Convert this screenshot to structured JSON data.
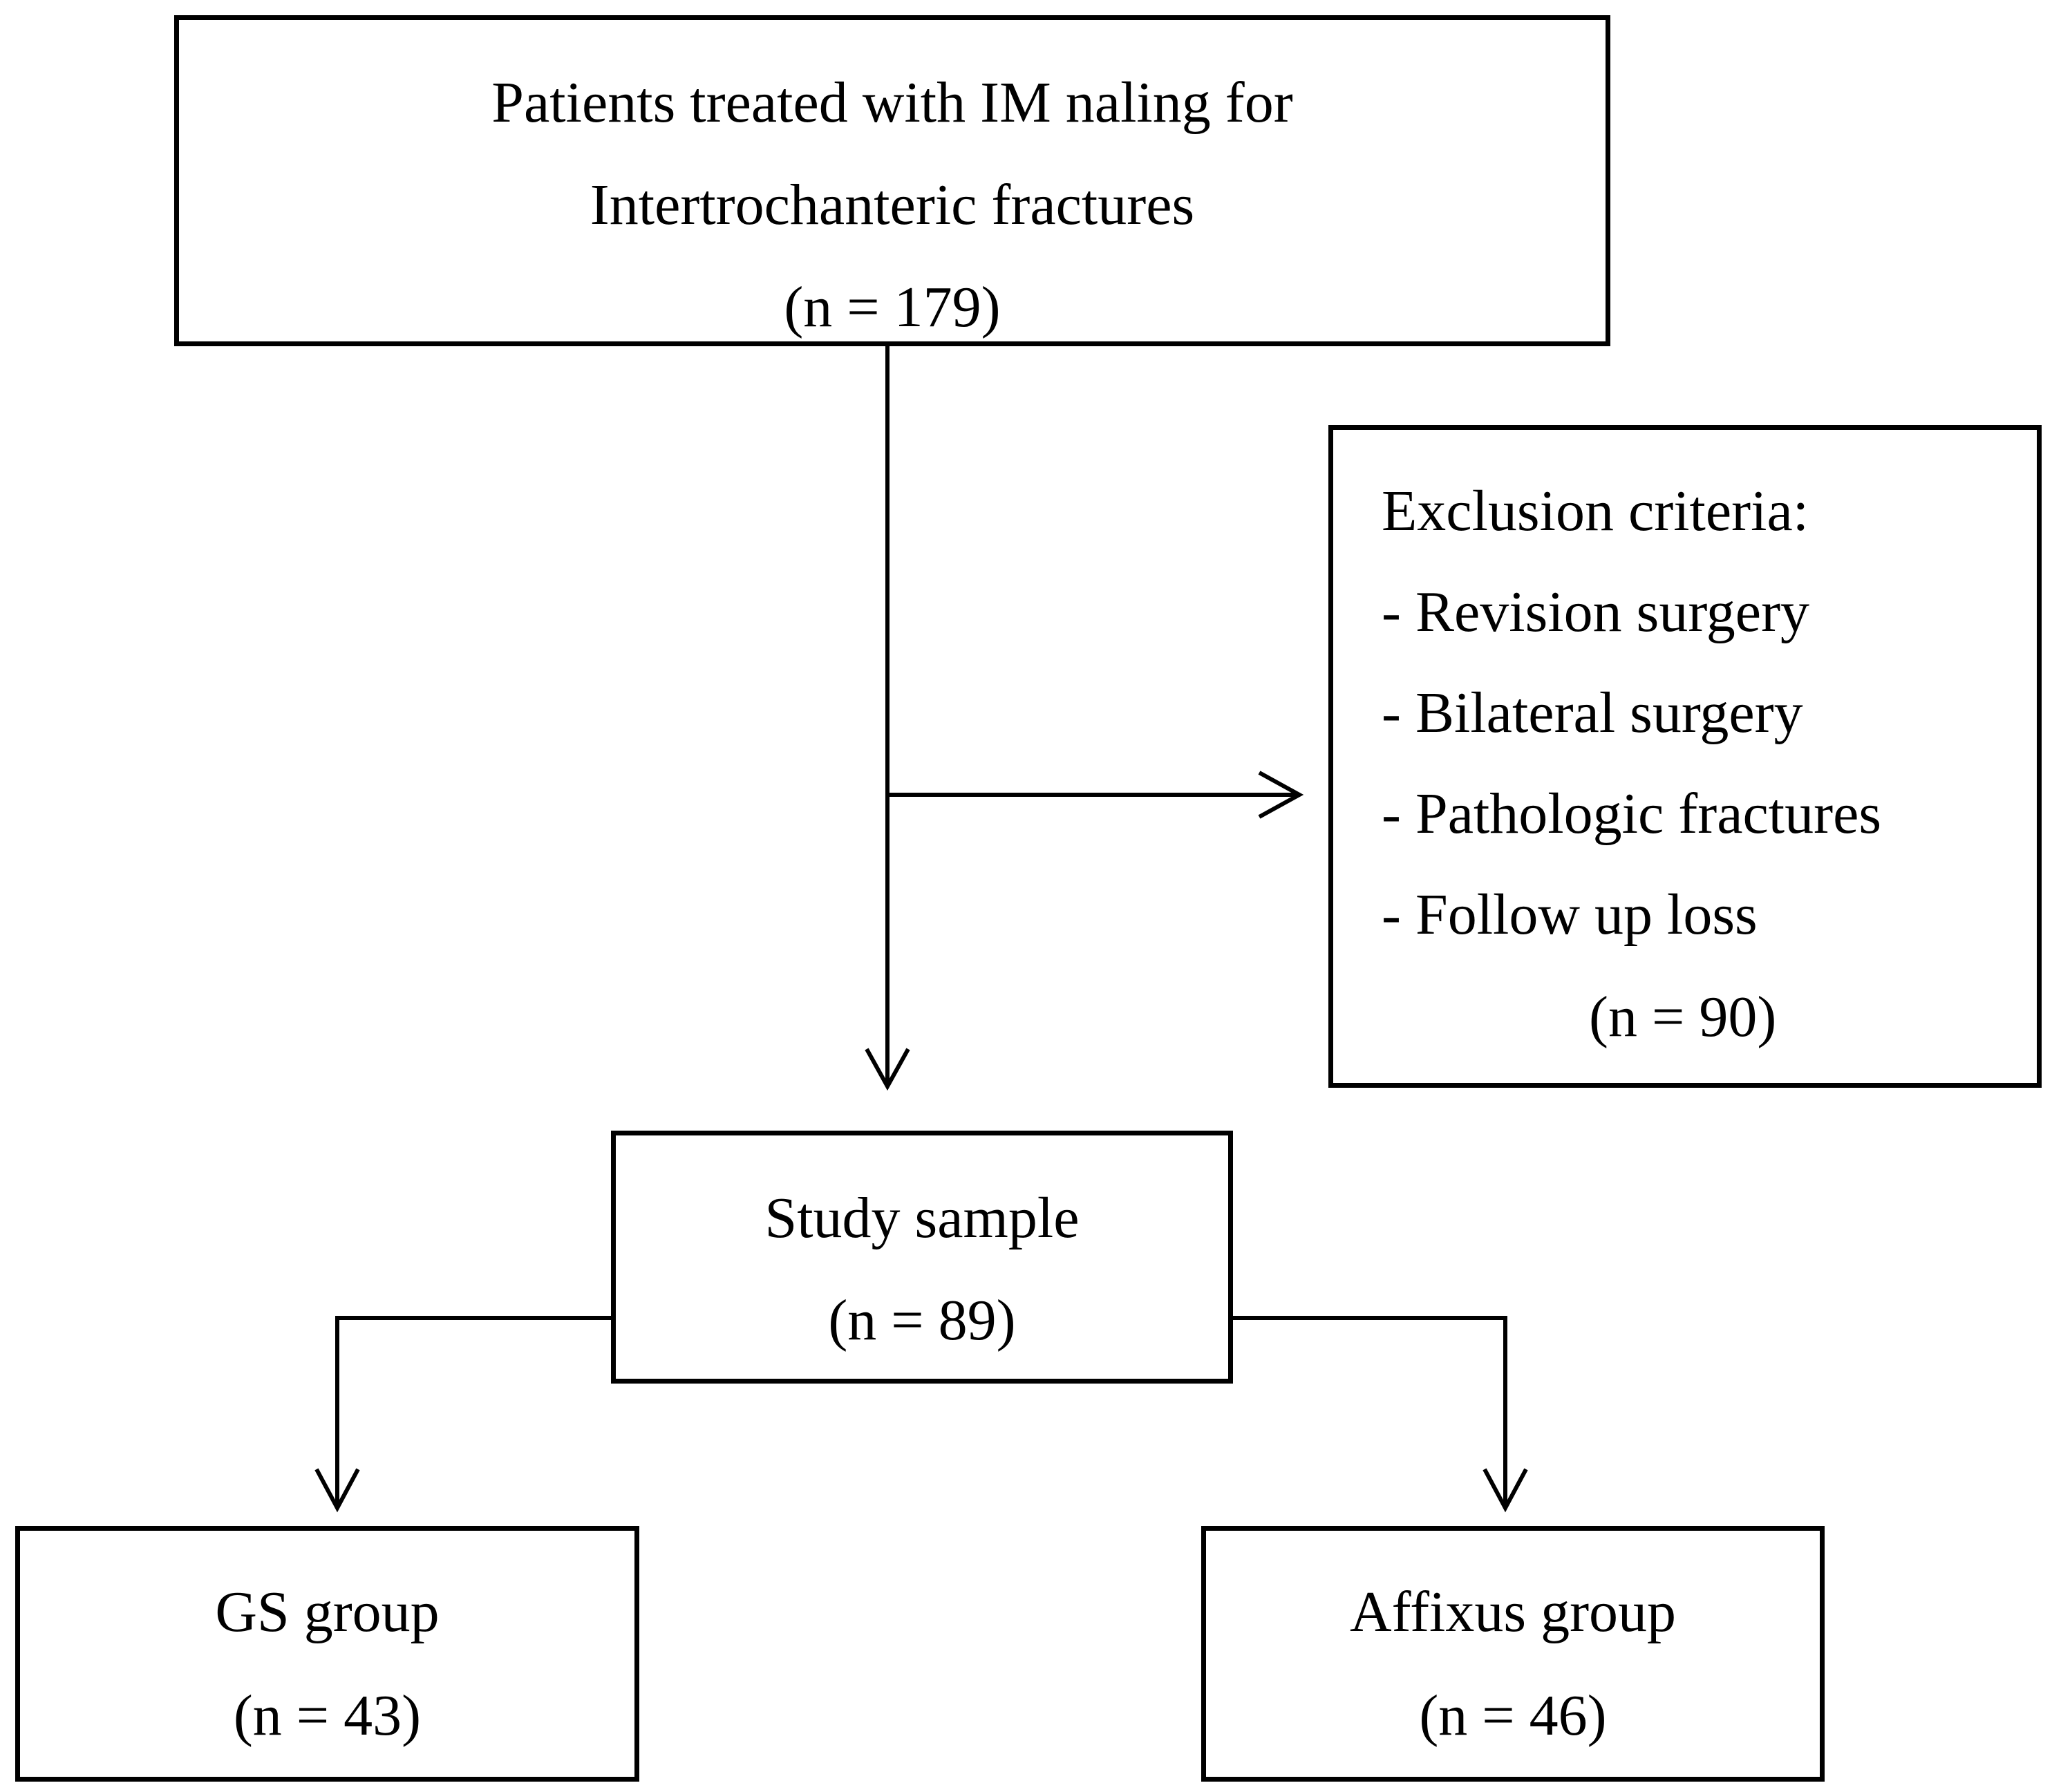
{
  "top_box": {
    "line1": "Patients treated with IM naling for",
    "line2": "Intertrochanteric fractures",
    "count": "(n = 179)"
  },
  "exclusion_box": {
    "title": "Exclusion criteria:",
    "items": [
      "- Revision surgery",
      "- Bilateral surgery",
      "- Pathologic fractures",
      "- Follow up loss"
    ],
    "count": "(n = 90)"
  },
  "study_box": {
    "label": "Study sample",
    "count": "(n = 89)"
  },
  "gs_box": {
    "label": "GS group",
    "count": "(n = 43)"
  },
  "affixus_box": {
    "label": "Affixus group",
    "count": "(n = 46)"
  },
  "colors": {
    "stroke": "#000000",
    "background": "#ffffff"
  }
}
